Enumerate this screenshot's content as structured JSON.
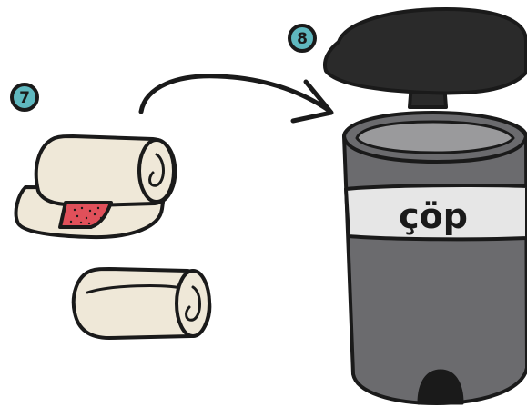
{
  "steps": [
    {
      "number": "7",
      "icon": "step-7-badge"
    },
    {
      "number": "8",
      "icon": "step-8-badge"
    }
  ],
  "bin": {
    "label": "çöp",
    "icon": "trash-bin-icon"
  },
  "items": [
    {
      "icon": "rolled-pad-open-with-blood-icon"
    },
    {
      "icon": "rolled-pad-closed-icon"
    },
    {
      "icon": "curved-arrow-icon"
    }
  ],
  "colors": {
    "badge_fill": "#5fb8bf",
    "outline": "#1a1a1a",
    "pad_fill": "#efe8d8",
    "blood": "#e0505a",
    "bin_body": "#6b6b6e",
    "bin_lid": "#2a2a2a",
    "bin_inner": "#9a9a9c",
    "bin_band": "#e6e6e6",
    "background": "#ffffff"
  }
}
